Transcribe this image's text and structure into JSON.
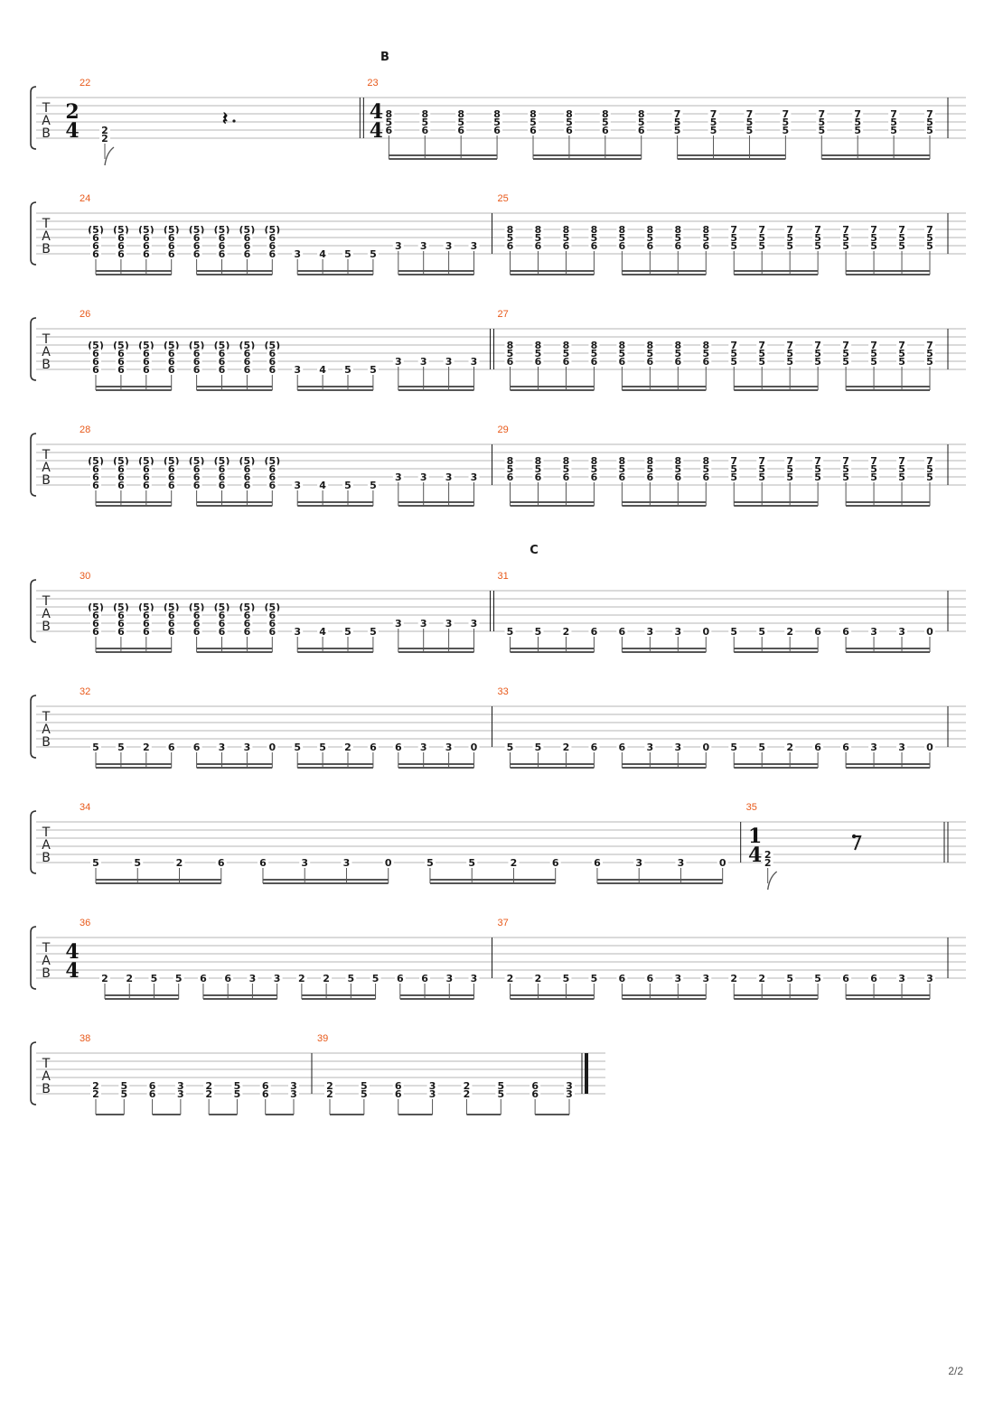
{
  "page": {
    "number": "2/2"
  },
  "labels": {
    "tab": [
      "T",
      "A",
      "B"
    ]
  },
  "sections": [
    {
      "label": "B",
      "before_bar": 23
    },
    {
      "label": "C",
      "before_bar": 31
    }
  ],
  "colors": {
    "bar_number": "#e8591a",
    "staff_line": "#b5b5b5",
    "ink": "#1a1a1a"
  },
  "systems": [
    {
      "bars": [
        {
          "number": "22",
          "timesig": [
            "2",
            "4"
          ],
          "w": 1,
          "beats": [
            {
              "notes": [
                null,
                null,
                null,
                null,
                "2",
                "2"
              ]
            }
          ],
          "rest": "quarter_dotted",
          "flag": true
        },
        {
          "number": "23",
          "timesig": [
            "4",
            "4"
          ],
          "double_start": true,
          "w": 1.8,
          "beats": "A"
        }
      ]
    },
    {
      "bars": [
        {
          "number": "24",
          "beats": "B"
        },
        {
          "number": "25",
          "beats": "A"
        }
      ]
    },
    {
      "bars": [
        {
          "number": "26",
          "beats": "B"
        },
        {
          "number": "27",
          "double_start": true,
          "beats": "A"
        }
      ]
    },
    {
      "bars": [
        {
          "number": "28",
          "beats": "B2"
        },
        {
          "number": "29",
          "beats": "A"
        }
      ]
    },
    {
      "bars": [
        {
          "number": "30",
          "beats": "B"
        },
        {
          "number": "31",
          "double_start": true,
          "beats": "C"
        }
      ]
    },
    {
      "bars": [
        {
          "number": "32",
          "beats": "C"
        },
        {
          "number": "33",
          "beats": "C"
        }
      ]
    },
    {
      "bars": [
        {
          "number": "34",
          "beats": "C",
          "w": 3.4
        },
        {
          "number": "35",
          "timesig": [
            "1",
            "4"
          ],
          "w": 1,
          "beats": [
            {
              "notes": [
                null,
                null,
                null,
                null,
                "2",
                "2"
              ]
            }
          ],
          "rest": "eighth",
          "flag": true,
          "end_double": true
        }
      ]
    },
    {
      "bars": [
        {
          "number": "36",
          "timesig": [
            "4",
            "4"
          ],
          "beats": "D"
        },
        {
          "number": "37",
          "beats": "D"
        }
      ]
    },
    {
      "bars": [
        {
          "number": "38",
          "beats": "E"
        },
        {
          "number": "39",
          "beats": "E",
          "final": true
        }
      ],
      "width": 640
    }
  ],
  "patterns": {
    "A": [
      [
        "8",
        "5",
        "6"
      ],
      [
        "8",
        "5",
        "6"
      ],
      [
        "8",
        "5",
        "6"
      ],
      [
        "8",
        "5",
        "6"
      ],
      [
        "8",
        "5",
        "6"
      ],
      [
        "8",
        "5",
        "6"
      ],
      [
        "8",
        "5",
        "6"
      ],
      [
        "8",
        "5",
        "6"
      ],
      [
        "7",
        "5",
        "5"
      ],
      [
        "7",
        "5",
        "5"
      ],
      [
        "7",
        "5",
        "5"
      ],
      [
        "7",
        "5",
        "5"
      ],
      [
        "7",
        "5",
        "5"
      ],
      [
        "7",
        "5",
        "5"
      ],
      [
        "7",
        "5",
        "5"
      ],
      [
        "7",
        "5",
        "5"
      ]
    ],
    "B_chord": [
      "(5)",
      "6",
      "6",
      "6"
    ],
    "B_single": [
      "3",
      "4",
      "5",
      "5",
      "3",
      "3",
      "3",
      "3"
    ],
    "C": [
      "5",
      "5",
      "2",
      "6",
      "6",
      "3",
      "3",
      "0",
      "5",
      "5",
      "2",
      "6",
      "6",
      "3",
      "3",
      "0"
    ],
    "D": [
      "2",
      "2",
      "5",
      "5",
      "6",
      "6",
      "3",
      "3",
      "2",
      "2",
      "5",
      "5",
      "6",
      "6",
      "3",
      "3"
    ],
    "E": [
      "2",
      "5",
      "6",
      "3",
      "2",
      "5",
      "6",
      "3"
    ]
  }
}
